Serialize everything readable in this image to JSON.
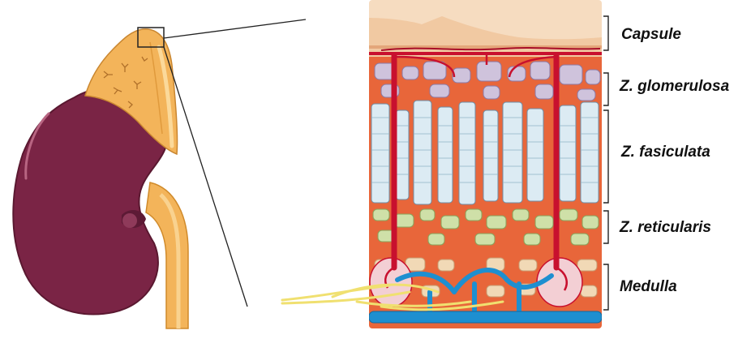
{
  "labels": {
    "capsule": "Capsule",
    "glomerulosa": "Z. glomerulosa",
    "fasiculata": "Z. fasiculata",
    "reticularis": "Z. reticularis",
    "medulla": "Medulla"
  },
  "colors": {
    "kidney": "#7a2445",
    "adrenal_gland": "#f3b45a",
    "capsule_layer": "#f6dcc0",
    "cortex_stroma": "#e8663a",
    "glomerulosa_cells": "#cfc3dc",
    "fasiculata_cells": "#dcebf3",
    "reticularis_cells": "#cfe0a8",
    "medulla_cells": "#f1d9b6",
    "artery": "#c8102e",
    "vein": "#1e8fd0",
    "nerve": "#f0e070"
  },
  "icons": {
    "kidney": "kidney-illustration",
    "adrenal": "adrenal-gland-illustration",
    "zoom_box": "magnification-box",
    "section": "adrenal-cortex-cross-section"
  }
}
